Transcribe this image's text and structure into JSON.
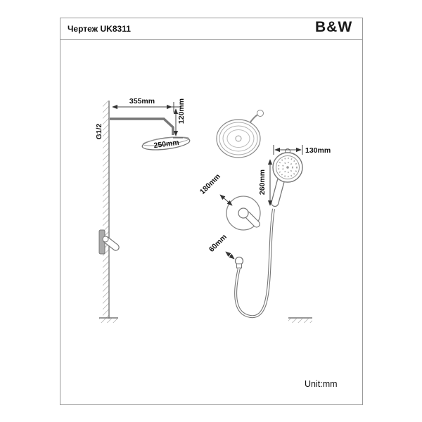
{
  "header": {
    "title": "Чертеж UK8311",
    "brand": "B&W"
  },
  "footer": {
    "unit_label": "Unit:mm"
  },
  "dimensions": {
    "arm_length": "355mm",
    "drop_height": "120mm",
    "head_diameter": "250mm",
    "thread": "G1/2",
    "hand_shower_diameter": "130mm",
    "hand_shower_length": "260mm",
    "mixer_distance": "180mm",
    "outlet_distance": "60mm"
  },
  "colors": {
    "line": "#777777",
    "dimension": "#444444",
    "text": "#111111",
    "border": "#9a9a9a"
  }
}
